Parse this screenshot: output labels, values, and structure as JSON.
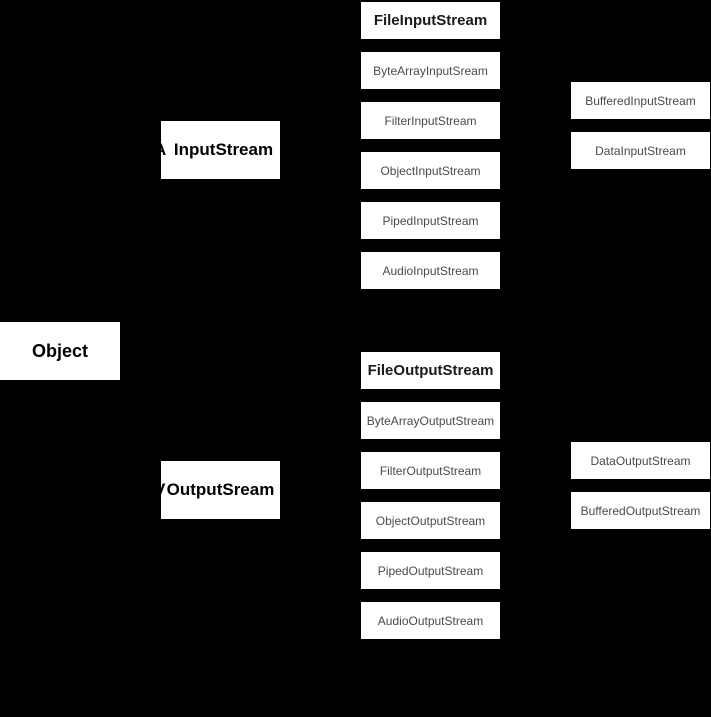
{
  "colors": {
    "background": "#000000",
    "box_fill": "#ffffff",
    "heading_text": "#000000",
    "subclass_text": "#4a4a4a",
    "emphasis_text": "#1a1a1a"
  },
  "root": {
    "label": "Object"
  },
  "parents": {
    "input": {
      "clip_fragment": "A",
      "label": "InputStream"
    },
    "output": {
      "clip_fragment": "V",
      "label": "OutputSream"
    }
  },
  "input_subclasses": [
    "FileInputStream",
    "ByteArrayInputSream",
    "FilterInputStream",
    "ObjectInputStream",
    "PipedInputStream",
    "AudioInputStream"
  ],
  "output_subclasses": [
    "FileOutputStream",
    "ByteArrayOutputStream",
    "FilterOutputStream",
    "ObjectOutputStream",
    "PipedOutputStream",
    "AudioOutputStream"
  ],
  "right_input_subclasses": [
    "BufferedInputStream",
    "DataInputStream"
  ],
  "right_output_subclasses": [
    "DataOutputStream",
    "BufferedOutputStream"
  ]
}
